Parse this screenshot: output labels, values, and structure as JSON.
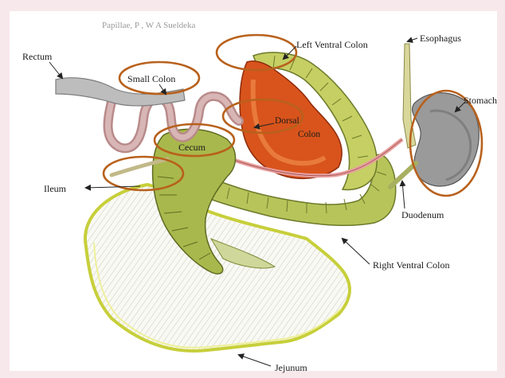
{
  "diagram": {
    "header_text": "Papillae, P , W A Sueldeka",
    "labels": {
      "rectum": "Rectum",
      "small_colon": "Small Colon",
      "left_ventral_colon": "Left Ventral Colon",
      "esophagus": "Esophagus",
      "stomach": "Stomach",
      "dorsal_colon_line1": "Dorsal",
      "dorsal_colon_line2": "Colon",
      "cecum": "Cecum",
      "ileum": "Ileum",
      "duodenum": "Duodenum",
      "right_ventral_colon": "Right Ventral Colon",
      "jejunum": "Jejunum"
    },
    "highlight_color": "#b8611c"
  }
}
